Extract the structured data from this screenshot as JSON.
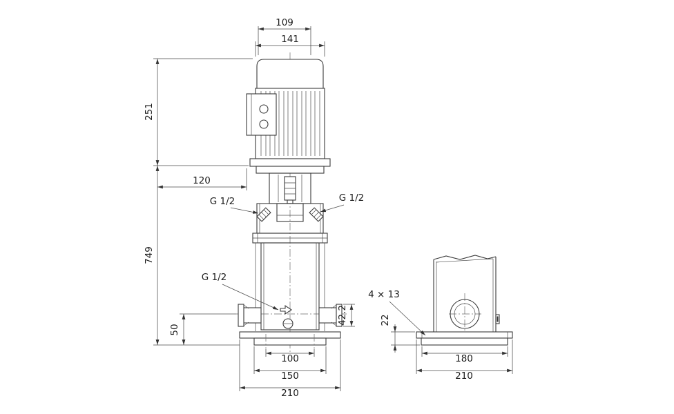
{
  "meta": {
    "line_color": "#3a3a3a",
    "background": "#ffffff"
  },
  "front": {
    "dim_109": "109",
    "dim_141": "141",
    "dim_251": "251",
    "dim_120": "120",
    "dim_749": "749",
    "plug_left": "G 1/2",
    "plug_right": "G 1/2",
    "drain_label": "G 1/2",
    "dim_50": "50",
    "dim_42_2": "42.2",
    "dim_100": "100",
    "dim_150": "150",
    "dim_210": "210"
  },
  "side": {
    "holes_label": "4 × 13",
    "dim_22": "22",
    "dim_180": "180",
    "dim_210": "210"
  }
}
